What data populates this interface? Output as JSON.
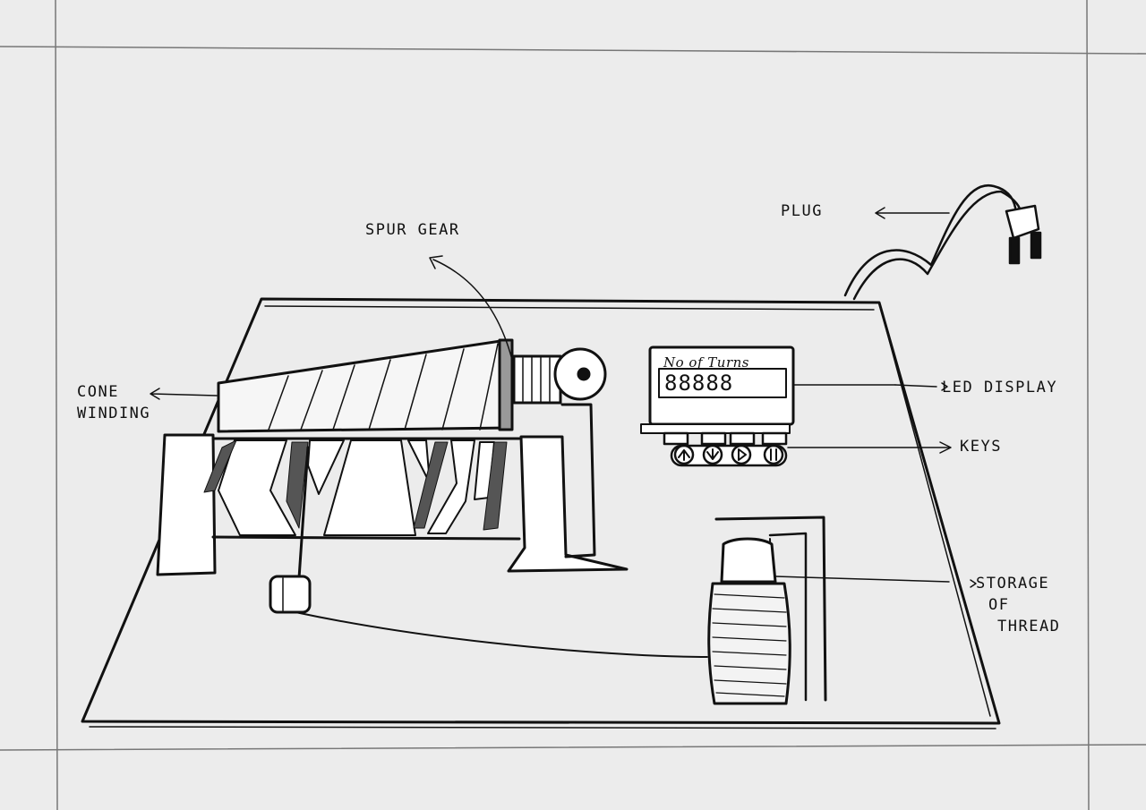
{
  "labels": {
    "plug": "PLUG",
    "spur_gear": "SPUR GEAR",
    "cone_winding": [
      "CONE",
      "WINDING"
    ],
    "led_display": "LED DISPLAY",
    "keys": "KEYS",
    "storage_of_thread": [
      "STORAGE",
      "OF",
      "THREAD"
    ]
  },
  "display": {
    "caption": "No of Turns",
    "digits": "88888"
  },
  "keys": [
    {
      "icon": "up-arrow-icon"
    },
    {
      "icon": "down-arrow-icon"
    },
    {
      "icon": "play-icon"
    },
    {
      "icon": "pause-icon"
    }
  ],
  "colors": {
    "ink": "#111111",
    "paper": "#ececec"
  }
}
